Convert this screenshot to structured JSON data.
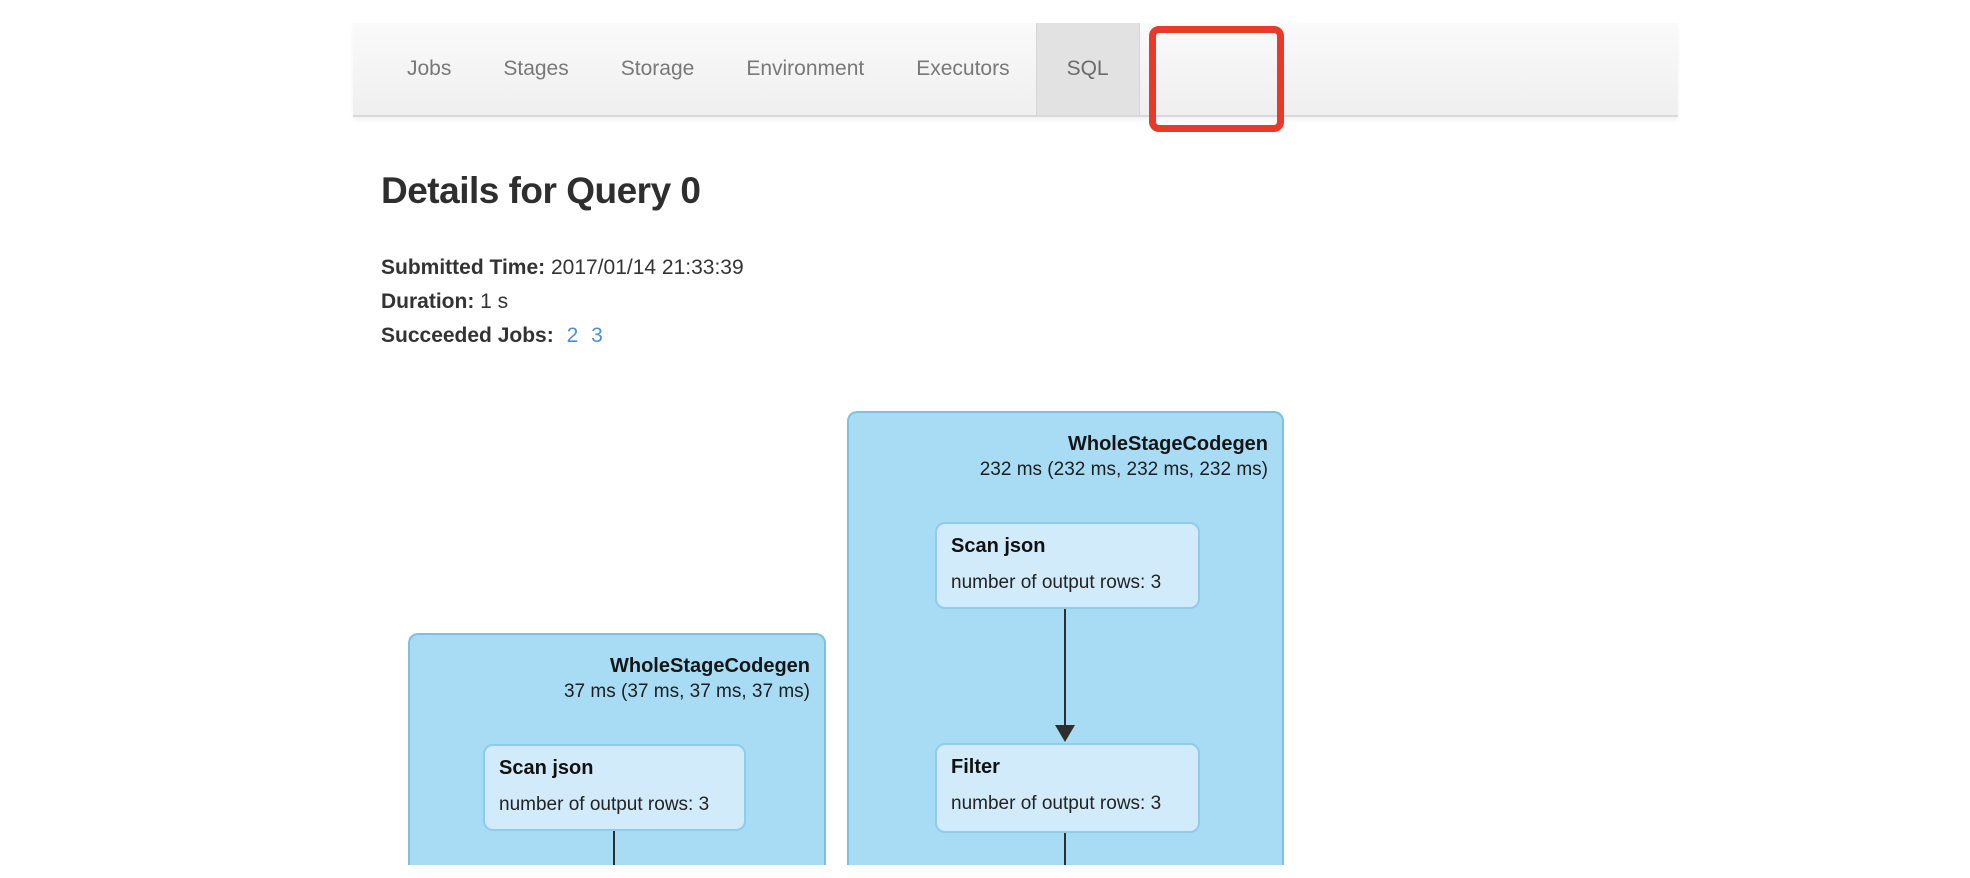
{
  "nav": {
    "tabs": [
      {
        "label": "Jobs",
        "active": false
      },
      {
        "label": "Stages",
        "active": false
      },
      {
        "label": "Storage",
        "active": false
      },
      {
        "label": "Environment",
        "active": false
      },
      {
        "label": "Executors",
        "active": false
      },
      {
        "label": "SQL",
        "active": true
      }
    ]
  },
  "annotation": {
    "shape": "red-rectangle-highlight",
    "target": "SQL tab",
    "color": "#e8392b"
  },
  "query_details": {
    "title": "Details for Query 0",
    "submitted_time_label": "Submitted Time:",
    "submitted_time_value": "2017/01/14 21:33:39",
    "duration_label": "Duration:",
    "duration_value": "1 s",
    "succeeded_jobs_label": "Succeeded Jobs:",
    "succeeded_job_links": [
      "2",
      "3"
    ]
  },
  "dag": {
    "clusters": [
      {
        "name": "WholeStageCodegen",
        "duration": "37 ms (37 ms, 37 ms, 37 ms)",
        "nodes": [
          {
            "title": "Scan json",
            "metric": "number of output rows: 3"
          }
        ]
      },
      {
        "name": "WholeStageCodegen",
        "duration": "232 ms (232 ms, 232 ms, 232 ms)",
        "nodes": [
          {
            "title": "Scan json",
            "metric": "number of output rows: 3"
          },
          {
            "title": "Filter",
            "metric": "number of output rows: 3"
          }
        ]
      }
    ]
  },
  "colors": {
    "cluster_fill": "#a8dcf5",
    "cluster_border": "#7fc0e2",
    "node_fill": "#d2ebfb",
    "node_border": "#8ecbec",
    "link_blue": "#4a90d2",
    "annotation_red": "#e8392b",
    "nav_text": "#787878",
    "active_tab_bg": "#e2e2e2"
  }
}
